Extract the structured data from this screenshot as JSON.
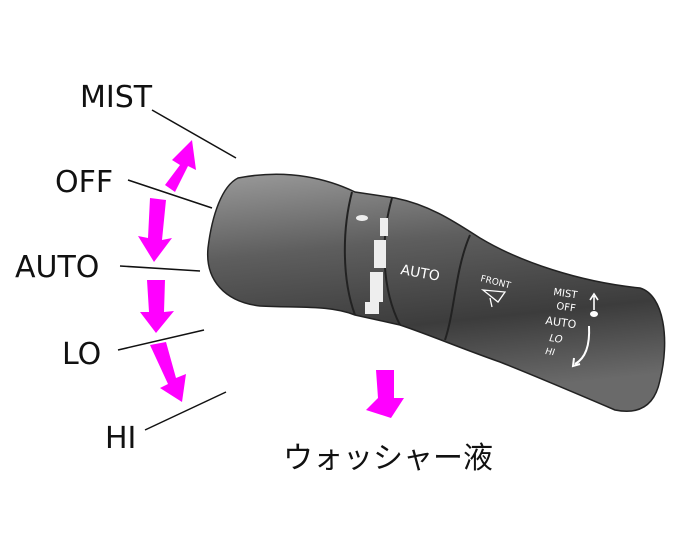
{
  "labels": {
    "mist": "MIST",
    "off": "OFF",
    "auto": "AUTO",
    "lo": "LO",
    "hi": "HI"
  },
  "washer_label": "ウォッシャー液",
  "lever": {
    "ring_label": "AUTO",
    "front_label": "FRONT",
    "positions": [
      "MIST",
      "OFF",
      "AUTO",
      "LO",
      "HI"
    ]
  },
  "colors": {
    "arrow": "#ff00ff",
    "lever": "#5a5a5a"
  }
}
